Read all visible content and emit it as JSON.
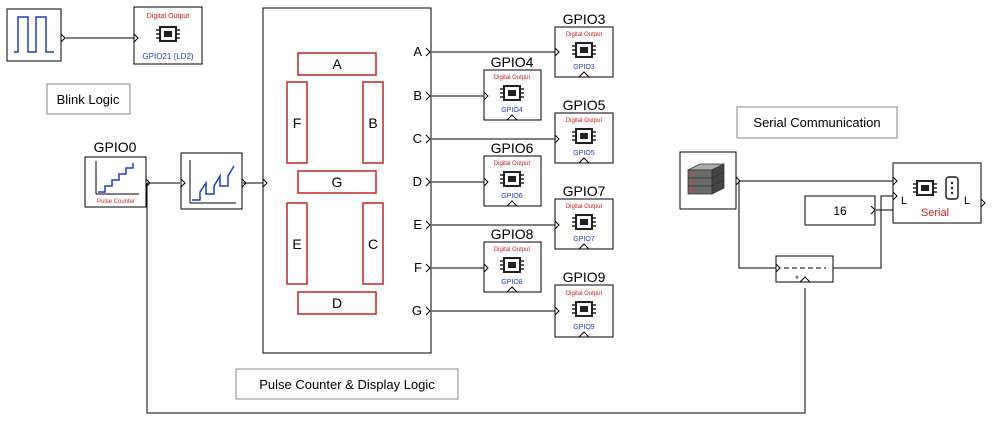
{
  "colors": {
    "stroke": "#000000",
    "seg_red": "#cc2222",
    "label_red": "#cc2222",
    "label_blue": "#1f3fbf",
    "chip": "#222222"
  },
  "labels": {
    "blink_logic": "Blink Logic",
    "pulse_display": "Pulse Counter & Display Logic",
    "serial_comm": "Serial Communication"
  },
  "blink": {
    "square_wave_icon": "square-wave-icon",
    "dout_title": "Digital Output",
    "dout_pin": "GPIO21 (LD2)"
  },
  "counter": {
    "title": "GPIO0",
    "sub": "Pulse Counter"
  },
  "display": {
    "segments": [
      "A",
      "B",
      "C",
      "D",
      "E",
      "F",
      "G"
    ]
  },
  "outputs": [
    {
      "title": "GPIO3",
      "dout": "Digital Output",
      "pin": "GPIO3"
    },
    {
      "title": "GPIO4",
      "dout": "Digital Output",
      "pin": "GPIO4"
    },
    {
      "title": "GPIO5",
      "dout": "Digital Output",
      "pin": "GPIO5"
    },
    {
      "title": "GPIO6",
      "dout": "Digital Output",
      "pin": "GPIO6"
    },
    {
      "title": "GPIO7",
      "dout": "Digital Output",
      "pin": "GPIO7"
    },
    {
      "title": "GPIO8",
      "dout": "Digital Output",
      "pin": "GPIO8"
    },
    {
      "title": "GPIO9",
      "dout": "Digital Output",
      "pin": "GPIO9"
    }
  ],
  "serial": {
    "const_value": "16",
    "block_label": "Serial",
    "port_in": "L",
    "port_out": "L",
    "mult_symbol": "*"
  }
}
